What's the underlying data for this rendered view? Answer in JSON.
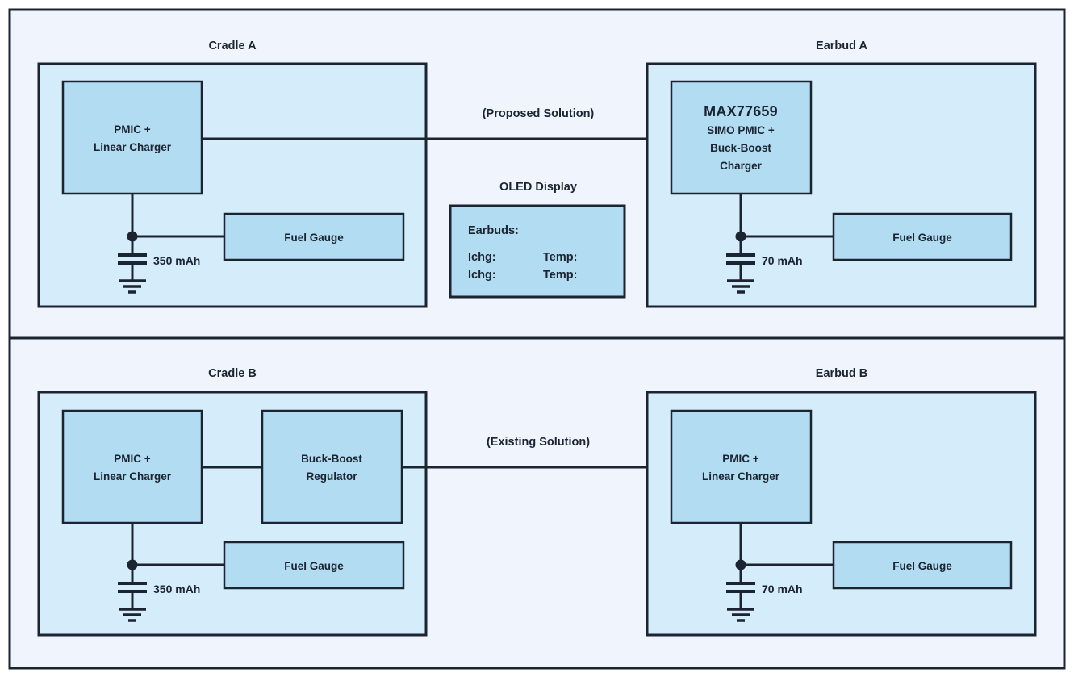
{
  "diagram": {
    "title_visible": false,
    "colors": {
      "page_background": "#ffffff",
      "panel_background": "#eff4fd",
      "container_fill": "#d5ecfa",
      "block_fill": "#b2dcf2",
      "stroke": "#1b2430",
      "text": "#1b2430"
    },
    "panels": [
      {
        "id": "panel-a",
        "cradle": {
          "title": "Cradle A",
          "blocks": [
            {
              "name": "pmic-linear-charger",
              "lines": [
                "PMIC +",
                "Linear Charger"
              ]
            },
            {
              "name": "fuel-gauge",
              "lines": [
                "Fuel Gauge"
              ]
            }
          ],
          "battery_label": "350 mAh"
        },
        "edge": {
          "label": "(Proposed Solution)",
          "direction": "cradle-to-earbud"
        },
        "oled": {
          "title": "OLED Display",
          "lines": [
            {
              "left": "Earbuds:",
              "right": ""
            },
            {
              "left": "Ichg:",
              "right": "Temp:"
            },
            {
              "left": "Ichg:",
              "right": "Temp:"
            }
          ]
        },
        "earbud": {
          "title": "Earbud A",
          "blocks": [
            {
              "name": "max77659",
              "lines": [
                "MAX77659",
                "SIMO PMIC +",
                "Buck-Boost",
                "Charger"
              ]
            },
            {
              "name": "fuel-gauge",
              "lines": [
                "Fuel Gauge"
              ]
            }
          ],
          "battery_label": "70 mAh"
        }
      },
      {
        "id": "panel-b",
        "cradle": {
          "title": "Cradle B",
          "blocks": [
            {
              "name": "pmic-linear-charger",
              "lines": [
                "PMIC +",
                "Linear Charger"
              ]
            },
            {
              "name": "buck-boost-regulator",
              "lines": [
                "Buck-Boost",
                "Regulator"
              ]
            },
            {
              "name": "fuel-gauge",
              "lines": [
                "Fuel Gauge"
              ]
            }
          ],
          "battery_label": "350 mAh"
        },
        "edge": {
          "label": "(Existing Solution)",
          "direction": "cradle-to-earbud"
        },
        "earbud": {
          "title": "Earbud B",
          "blocks": [
            {
              "name": "pmic-linear-charger",
              "lines": [
                "PMIC +",
                "Linear Charger"
              ]
            },
            {
              "name": "fuel-gauge",
              "lines": [
                "Fuel Gauge"
              ]
            }
          ],
          "battery_label": "70 mAh"
        }
      }
    ]
  }
}
